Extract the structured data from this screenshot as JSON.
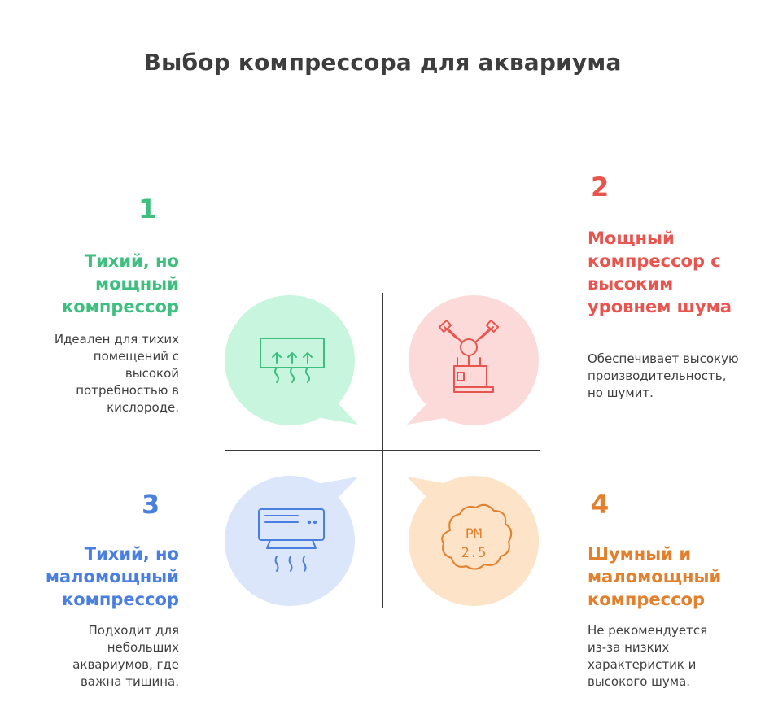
{
  "title": "Выбор компрессора для аквариума",
  "quadrants": [
    {
      "number": "1",
      "heading": "Тихий, но мощный компрессор",
      "description": "Идеален для тихих помещений с высокой потребностью в кислороде.",
      "icon": "heater-icon",
      "color": "#3fbf7f",
      "fill": "#c8f5dd"
    },
    {
      "number": "2",
      "heading": "Мощный компрессор с высоким уровнем шума",
      "description": "Обеспечивает высокую производительность, но шумит.",
      "icon": "engine-icon",
      "color": "#e8554f",
      "fill": "#fddada"
    },
    {
      "number": "3",
      "heading": "Тихий, но маломощный компрессор",
      "description": "Подходит для небольших аквариумов, где важна тишина.",
      "icon": "air-conditioner-icon",
      "color": "#4a7fdf",
      "fill": "#dbe6fb"
    },
    {
      "number": "4",
      "heading": "Шумный и маломощный компрессор",
      "description": "Не рекомендуется из-за низких характеристик и высокого шума.",
      "icon": "pm25-cloud-icon",
      "color": "#e2802d",
      "fill": "#fde3c7"
    }
  ],
  "icon_texts": {
    "pm": "PM",
    "pm_value": "2.5"
  }
}
